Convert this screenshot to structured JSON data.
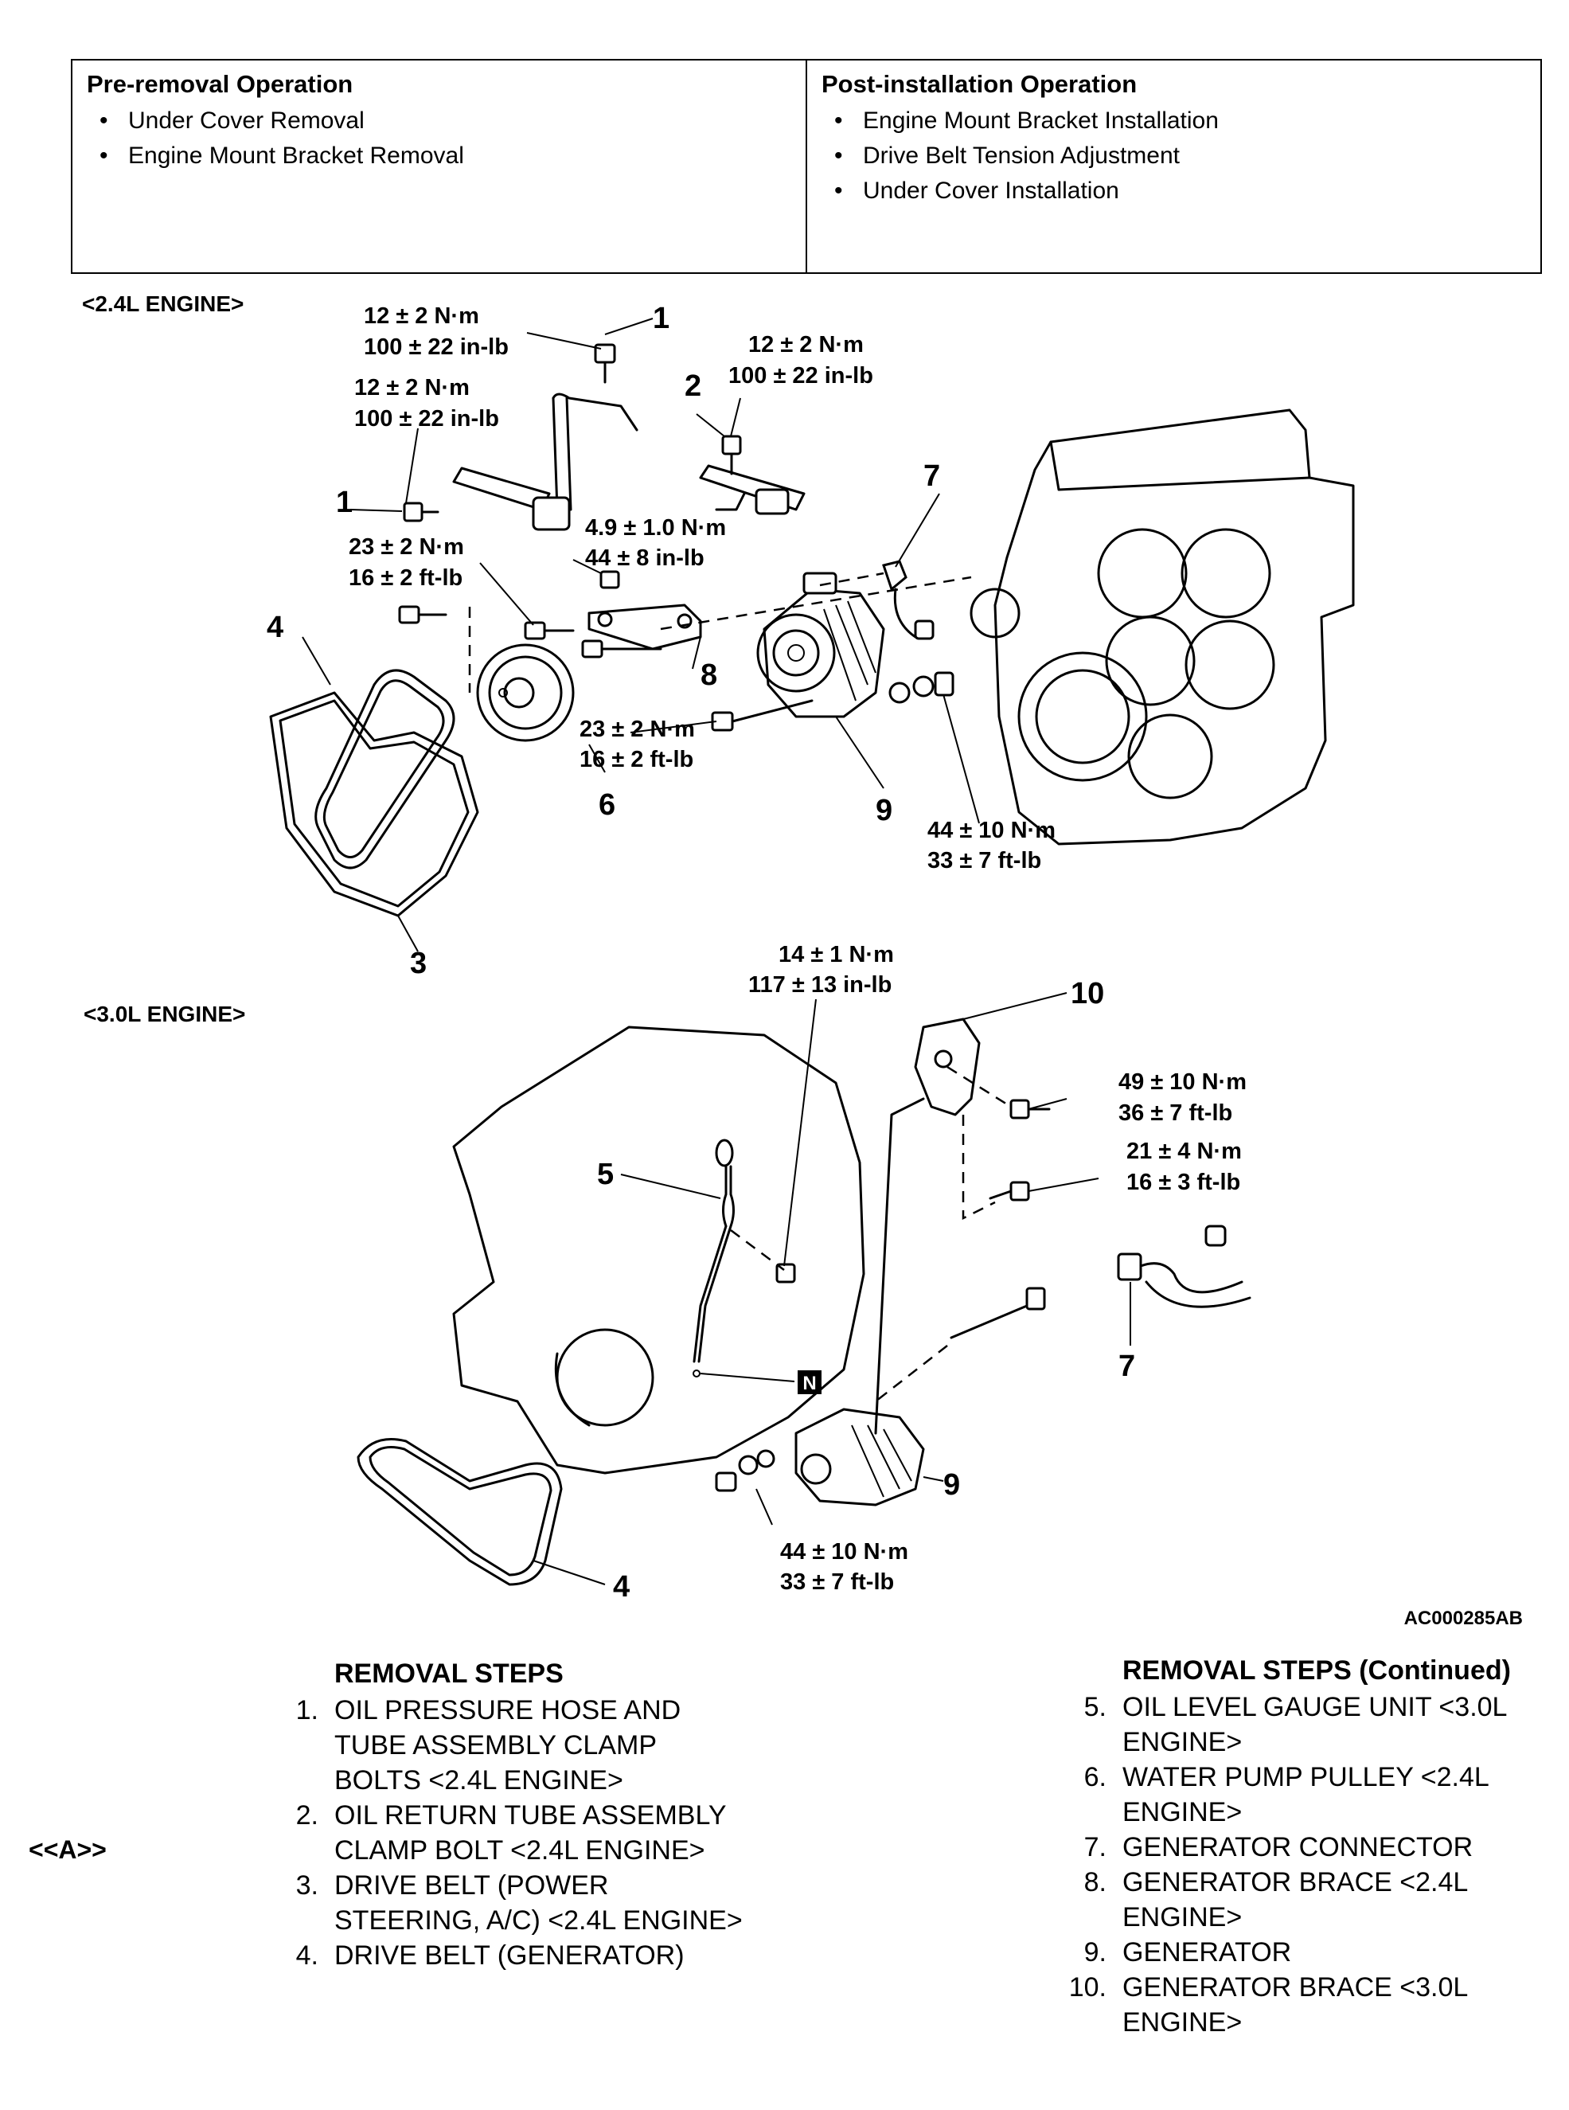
{
  "operations": {
    "pre": {
      "title": "Pre-removal Operation",
      "items": [
        "Under Cover Removal",
        "Engine Mount Bracket Removal"
      ]
    },
    "post": {
      "title": "Post-installation Operation",
      "items": [
        "Engine Mount Bracket Installation",
        "Drive Belt Tension Adjustment",
        "Under Cover Installation"
      ]
    }
  },
  "diagram": {
    "section_24": "<2.4L ENGINE>",
    "section_30": "<3.0L ENGINE>",
    "torques": {
      "t1a": [
        "12 ± 2 N·m",
        "100 ± 22 in-lb"
      ],
      "t1b": [
        "12 ± 2 N·m",
        "100 ± 22 in-lb"
      ],
      "t2": [
        "12 ± 2 N·m",
        "100 ± 22 in-lb"
      ],
      "t8a": [
        "4.9 ± 1.0 N·m",
        "44 ± 8 in-lb"
      ],
      "t23a": [
        "23 ± 2 N·m",
        "16 ± 2 ft-lb"
      ],
      "t23b": [
        "23 ± 2 N·m",
        "16 ± 2 ft-lb"
      ],
      "t44a": [
        "44 ± 10 N·m",
        "33 ± 7 ft-lb"
      ],
      "t14": [
        "14 ± 1 N·m",
        "117 ± 13 in-lb"
      ],
      "t49": [
        "49 ± 10 N·m",
        "36 ± 7 ft-lb"
      ],
      "t21": [
        "21 ± 4 N·m",
        "16 ± 3 ft-lb"
      ],
      "t44b": [
        "44 ± 10 N·m",
        "33 ± 7 ft-lb"
      ]
    },
    "n_mark": "N",
    "code": "AC000285AB"
  },
  "removal_steps": {
    "title": "REMOVAL STEPS",
    "note": "<<A>>",
    "items": [
      {
        "num": "1.",
        "text": "OIL PRESSURE HOSE AND\nTUBE ASSEMBLY CLAMP\nBOLTS <2.4L ENGINE>"
      },
      {
        "num": "2.",
        "text": "OIL RETURN TUBE ASSEMBLY\nCLAMP BOLT <2.4L ENGINE>"
      },
      {
        "num": "3.",
        "text": "DRIVE BELT (POWER\nSTEERING, A/C) <2.4L ENGINE>"
      },
      {
        "num": "4.",
        "text": "DRIVE BELT (GENERATOR)"
      }
    ]
  },
  "removal_steps_continued": {
    "title": "REMOVAL STEPS (Continued)",
    "items": [
      {
        "num": "5.",
        "text": "OIL LEVEL GAUGE UNIT <3.0L\nENGINE>"
      },
      {
        "num": "6.",
        "text": "WATER PUMP PULLEY <2.4L\nENGINE>"
      },
      {
        "num": "7.",
        "text": "GENERATOR CONNECTOR"
      },
      {
        "num": "8.",
        "text": "GENERATOR BRACE <2.4L\nENGINE>"
      },
      {
        "num": "9.",
        "text": "GENERATOR"
      },
      {
        "num": "10.",
        "text": "GENERATOR BRACE <3.0L\nENGINE>"
      }
    ]
  }
}
